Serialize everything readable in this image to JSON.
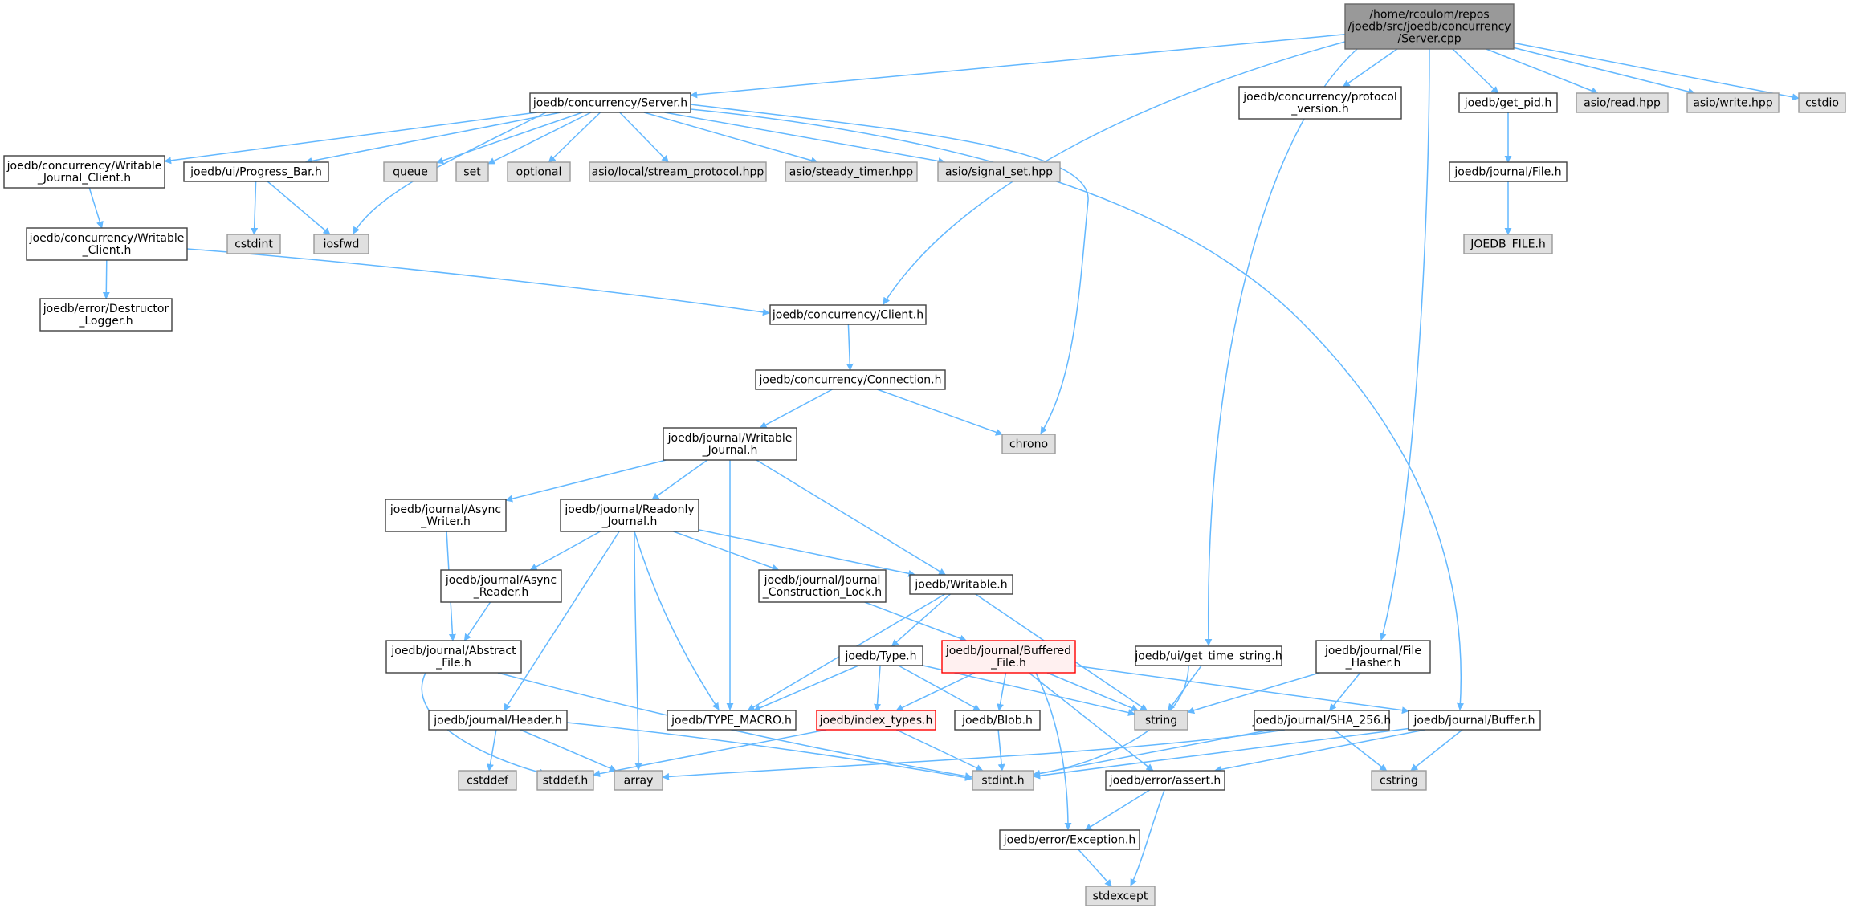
{
  "colors": {
    "edge": "#63b8ff",
    "root_fill": "#999999",
    "local_fill": "#ffffff",
    "system_fill": "#e0e0e0",
    "highlight_border": "#ff0000"
  },
  "nodes": [
    {
      "id": "root",
      "kind": "root",
      "lines": [
        "/home/rcoulom/repos",
        "/joedb/src/joedb/concurrency",
        "/Server.cpp"
      ]
    },
    {
      "id": "server_h",
      "kind": "local",
      "lines": [
        "joedb/concurrency/Server.h"
      ]
    },
    {
      "id": "protocol_version",
      "kind": "local",
      "lines": [
        "joedb/concurrency/protocol",
        "_version.h"
      ]
    },
    {
      "id": "get_pid",
      "kind": "local",
      "lines": [
        "joedb/get_pid.h"
      ]
    },
    {
      "id": "asio_read",
      "kind": "system",
      "lines": [
        "asio/read.hpp"
      ]
    },
    {
      "id": "asio_write",
      "kind": "system",
      "lines": [
        "asio/write.hpp"
      ]
    },
    {
      "id": "cstdio",
      "kind": "system",
      "lines": [
        "cstdio"
      ]
    },
    {
      "id": "wjc",
      "kind": "local",
      "lines": [
        "joedb/concurrency/Writable",
        "_Journal_Client.h"
      ]
    },
    {
      "id": "progress_bar",
      "kind": "local",
      "lines": [
        "joedb/ui/Progress_Bar.h"
      ]
    },
    {
      "id": "queue",
      "kind": "system",
      "lines": [
        "queue"
      ]
    },
    {
      "id": "set",
      "kind": "system",
      "lines": [
        "set"
      ]
    },
    {
      "id": "optional",
      "kind": "system",
      "lines": [
        "optional"
      ]
    },
    {
      "id": "stream_protocol",
      "kind": "system",
      "lines": [
        "asio/local/stream_protocol.hpp"
      ]
    },
    {
      "id": "steady_timer",
      "kind": "system",
      "lines": [
        "asio/steady_timer.hpp"
      ]
    },
    {
      "id": "signal_set",
      "kind": "system",
      "lines": [
        "asio/signal_set.hpp"
      ]
    },
    {
      "id": "file_h",
      "kind": "local",
      "lines": [
        "joedb/journal/File.h"
      ]
    },
    {
      "id": "joedb_file_h",
      "kind": "system",
      "lines": [
        "JOEDB_FILE.h"
      ]
    },
    {
      "id": "cstdint",
      "kind": "system",
      "lines": [
        "cstdint"
      ]
    },
    {
      "id": "iosfwd",
      "kind": "system",
      "lines": [
        "iosfwd"
      ]
    },
    {
      "id": "wc",
      "kind": "local",
      "lines": [
        "joedb/concurrency/Writable",
        "_Client.h"
      ]
    },
    {
      "id": "destructor_logger",
      "kind": "local",
      "lines": [
        "joedb/error/Destructor",
        "_Logger.h"
      ]
    },
    {
      "id": "client_h",
      "kind": "local",
      "lines": [
        "joedb/concurrency/Client.h"
      ]
    },
    {
      "id": "connection_h",
      "kind": "local",
      "lines": [
        "joedb/concurrency/Connection.h"
      ]
    },
    {
      "id": "writable_journal",
      "kind": "local",
      "lines": [
        "joedb/journal/Writable",
        "_Journal.h"
      ]
    },
    {
      "id": "chrono",
      "kind": "system",
      "lines": [
        "chrono"
      ]
    },
    {
      "id": "async_writer",
      "kind": "local",
      "lines": [
        "joedb/journal/Async",
        "_Writer.h"
      ]
    },
    {
      "id": "readonly_journal",
      "kind": "local",
      "lines": [
        "joedb/journal/Readonly",
        "_Journal.h"
      ]
    },
    {
      "id": "async_reader",
      "kind": "local",
      "lines": [
        "joedb/journal/Async",
        "_Reader.h"
      ]
    },
    {
      "id": "jcl",
      "kind": "local",
      "lines": [
        "joedb/journal/Journal",
        "_Construction_Lock.h"
      ]
    },
    {
      "id": "writable_h",
      "kind": "local",
      "lines": [
        "joedb/Writable.h"
      ]
    },
    {
      "id": "abstract_file",
      "kind": "local",
      "lines": [
        "joedb/journal/Abstract",
        "_File.h"
      ]
    },
    {
      "id": "type_h",
      "kind": "local",
      "lines": [
        "joedb/Type.h"
      ]
    },
    {
      "id": "buffered_file",
      "kind": "highlight",
      "lines": [
        "joedb/journal/Buffered",
        "_File.h"
      ]
    },
    {
      "id": "get_time_string",
      "kind": "local",
      "lines": [
        "joedb/ui/get_time_string.h"
      ]
    },
    {
      "id": "file_hasher",
      "kind": "local",
      "lines": [
        "joedb/journal/File",
        "_Hasher.h"
      ]
    },
    {
      "id": "header_h",
      "kind": "local",
      "lines": [
        "joedb/journal/Header.h"
      ]
    },
    {
      "id": "type_macro",
      "kind": "local",
      "lines": [
        "joedb/TYPE_MACRO.h"
      ]
    },
    {
      "id": "index_types",
      "kind": "highlight",
      "lines": [
        "joedb/index_types.h"
      ]
    },
    {
      "id": "blob_h",
      "kind": "local",
      "lines": [
        "joedb/Blob.h"
      ]
    },
    {
      "id": "string",
      "kind": "system",
      "lines": [
        "string"
      ]
    },
    {
      "id": "sha256",
      "kind": "local",
      "lines": [
        "joedb/journal/SHA_256.h"
      ]
    },
    {
      "id": "buffer_h",
      "kind": "local",
      "lines": [
        "joedb/journal/Buffer.h"
      ]
    },
    {
      "id": "cstddef",
      "kind": "system",
      "lines": [
        "cstddef"
      ]
    },
    {
      "id": "stddef_h",
      "kind": "system",
      "lines": [
        "stddef.h"
      ]
    },
    {
      "id": "array",
      "kind": "system",
      "lines": [
        "array"
      ]
    },
    {
      "id": "stdint_h",
      "kind": "system",
      "lines": [
        "stdint.h"
      ]
    },
    {
      "id": "assert_h",
      "kind": "local",
      "lines": [
        "joedb/error/assert.h"
      ]
    },
    {
      "id": "cstring",
      "kind": "system",
      "lines": [
        "cstring"
      ]
    },
    {
      "id": "exception_h",
      "kind": "local",
      "lines": [
        "joedb/error/Exception.h"
      ]
    },
    {
      "id": "stdexcept",
      "kind": "system",
      "lines": [
        "stdexcept"
      ]
    }
  ],
  "edges": [
    [
      "root",
      "server_h"
    ],
    [
      "root",
      "protocol_version"
    ],
    [
      "root",
      "get_pid"
    ],
    [
      "root",
      "asio_read"
    ],
    [
      "root",
      "asio_write"
    ],
    [
      "root",
      "cstdio"
    ],
    [
      "root",
      "client_h"
    ],
    [
      "root",
      "get_time_string"
    ],
    [
      "root",
      "file_hasher"
    ],
    [
      "server_h",
      "wjc"
    ],
    [
      "server_h",
      "progress_bar"
    ],
    [
      "server_h",
      "iosfwd"
    ],
    [
      "server_h",
      "queue"
    ],
    [
      "server_h",
      "set"
    ],
    [
      "server_h",
      "optional"
    ],
    [
      "server_h",
      "stream_protocol"
    ],
    [
      "server_h",
      "steady_timer"
    ],
    [
      "server_h",
      "signal_set"
    ],
    [
      "server_h",
      "chrono"
    ],
    [
      "server_h",
      "buffer_h"
    ],
    [
      "get_pid",
      "file_h"
    ],
    [
      "file_h",
      "joedb_file_h"
    ],
    [
      "progress_bar",
      "cstdint"
    ],
    [
      "progress_bar",
      "iosfwd"
    ],
    [
      "wjc",
      "wc"
    ],
    [
      "wc",
      "destructor_logger"
    ],
    [
      "wc",
      "client_h"
    ],
    [
      "client_h",
      "connection_h"
    ],
    [
      "connection_h",
      "writable_journal"
    ],
    [
      "connection_h",
      "chrono"
    ],
    [
      "writable_journal",
      "async_writer"
    ],
    [
      "writable_journal",
      "readonly_journal"
    ],
    [
      "writable_journal",
      "type_macro"
    ],
    [
      "writable_journal",
      "writable_h"
    ],
    [
      "async_writer",
      "abstract_file"
    ],
    [
      "readonly_journal",
      "async_reader"
    ],
    [
      "readonly_journal",
      "jcl"
    ],
    [
      "readonly_journal",
      "writable_h"
    ],
    [
      "readonly_journal",
      "header_h"
    ],
    [
      "readonly_journal",
      "array"
    ],
    [
      "readonly_journal",
      "type_macro"
    ],
    [
      "async_reader",
      "abstract_file"
    ],
    [
      "jcl",
      "buffered_file"
    ],
    [
      "writable_h",
      "type_h"
    ],
    [
      "writable_h",
      "type_macro"
    ],
    [
      "writable_h",
      "string"
    ],
    [
      "abstract_file",
      "stddef_h"
    ],
    [
      "abstract_file",
      "stdint_h"
    ],
    [
      "type_h",
      "index_types"
    ],
    [
      "type_h",
      "blob_h"
    ],
    [
      "type_h",
      "type_macro"
    ],
    [
      "type_h",
      "string"
    ],
    [
      "buffered_file",
      "index_types"
    ],
    [
      "buffered_file",
      "blob_h"
    ],
    [
      "buffered_file",
      "string"
    ],
    [
      "buffered_file",
      "buffer_h"
    ],
    [
      "buffered_file",
      "assert_h"
    ],
    [
      "buffered_file",
      "exception_h"
    ],
    [
      "get_time_string",
      "string"
    ],
    [
      "get_time_string",
      "stdint_h"
    ],
    [
      "file_hasher",
      "string"
    ],
    [
      "file_hasher",
      "sha256"
    ],
    [
      "header_h",
      "cstddef"
    ],
    [
      "header_h",
      "array"
    ],
    [
      "header_h",
      "stdint_h"
    ],
    [
      "index_types",
      "stddef_h"
    ],
    [
      "index_types",
      "stdint_h"
    ],
    [
      "blob_h",
      "stdint_h"
    ],
    [
      "sha256",
      "array"
    ],
    [
      "sha256",
      "stdint_h"
    ],
    [
      "sha256",
      "cstring"
    ],
    [
      "buffer_h",
      "stdint_h"
    ],
    [
      "buffer_h",
      "cstring"
    ],
    [
      "buffer_h",
      "assert_h"
    ],
    [
      "assert_h",
      "exception_h"
    ],
    [
      "assert_h",
      "stdexcept"
    ],
    [
      "exception_h",
      "stdexcept"
    ]
  ]
}
